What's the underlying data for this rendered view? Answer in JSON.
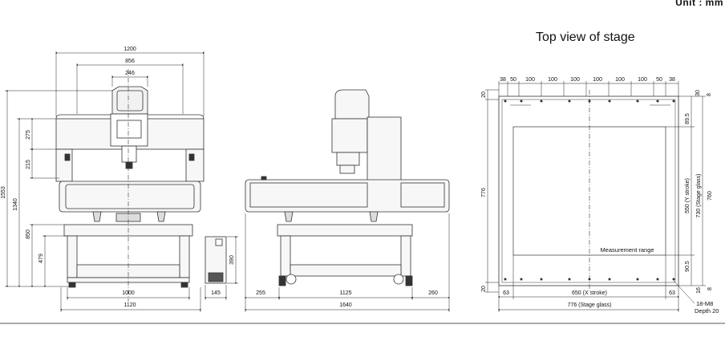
{
  "unit_label": "Unit : mm",
  "top_view_title": "Top view of stage",
  "front_view": {
    "overall_width": "1200",
    "rail_span": "856",
    "head_width": "246",
    "total_height": "1553",
    "frame_height": "1340",
    "upper_height": "275",
    "mid_height": "215",
    "base_height": "850",
    "leg_height": "479",
    "foot_span": "1000",
    "base_width": "1120"
  },
  "controller": {
    "width": "145",
    "height": "390"
  },
  "side_view": {
    "left_overhang": "255",
    "foot_span": "1125",
    "right_overhang": "260",
    "overall_depth": "1640"
  },
  "top_view": {
    "top_spacing": [
      "38",
      "50",
      "100",
      "100",
      "100",
      "100",
      "100",
      "100",
      "50",
      "38"
    ],
    "left_top_margin": "20",
    "left_bottom_margin": "20",
    "stage_depth": "776",
    "right_top_30": "30",
    "right_top_8": "8",
    "right_89_5": "89.5",
    "y_stroke": "550 (Y stroke)",
    "stage_glass_y": "730 (Stage glass)",
    "outer_760": "760",
    "right_90_5": "90.5",
    "right_bottom_16": "16",
    "right_bottom_8": "8",
    "bottom_left_63": "63",
    "x_stroke": "650 (X stroke)",
    "bottom_right_63": "63",
    "stage_glass_x": "776 (Stage glass)",
    "measurement_range": "Measurement range",
    "tap_holes": "18-M8",
    "tap_depth": "Depth 20"
  }
}
